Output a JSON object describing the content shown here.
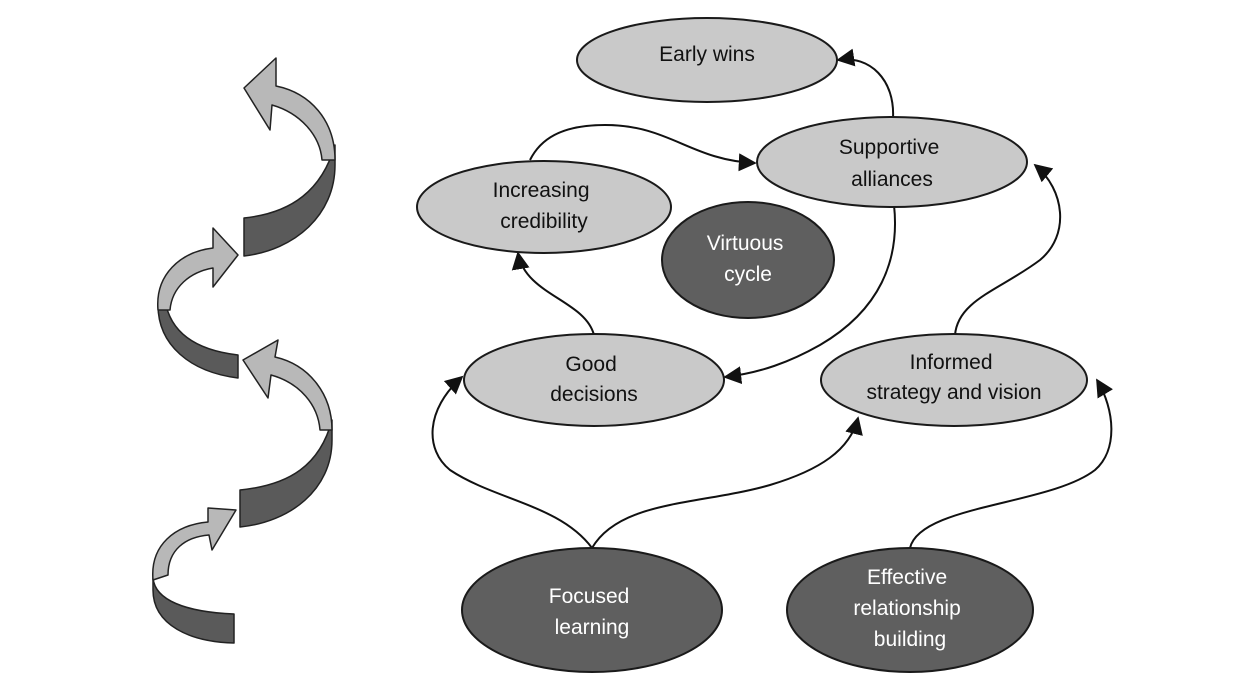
{
  "colors": {
    "light_node": "#c9c9c9",
    "dark_node": "#5f5f5f",
    "light_text": "#111111",
    "dark_text": "#ffffff",
    "spiral_light": "#b8b8b8",
    "spiral_dark": "#5a5a5a"
  },
  "nodes": {
    "early_wins": {
      "lines": [
        "Early wins"
      ]
    },
    "supportive_alliances": {
      "lines": [
        "Supportive",
        "alliances"
      ]
    },
    "increasing_credibility": {
      "lines": [
        "Increasing",
        "credibility"
      ]
    },
    "virtuous_cycle": {
      "lines": [
        "Virtuous",
        "cycle"
      ]
    },
    "good_decisions": {
      "lines": [
        "Good",
        "decisions"
      ]
    },
    "informed_strategy": {
      "lines": [
        "Informed",
        "strategy and vision"
      ]
    },
    "focused_learning": {
      "lines": [
        "Focused",
        "learning"
      ]
    },
    "effective_relationship": {
      "lines": [
        "Effective",
        "relationship",
        "building"
      ]
    }
  },
  "icons": {
    "spiral": "spiral-arrow-icon"
  }
}
